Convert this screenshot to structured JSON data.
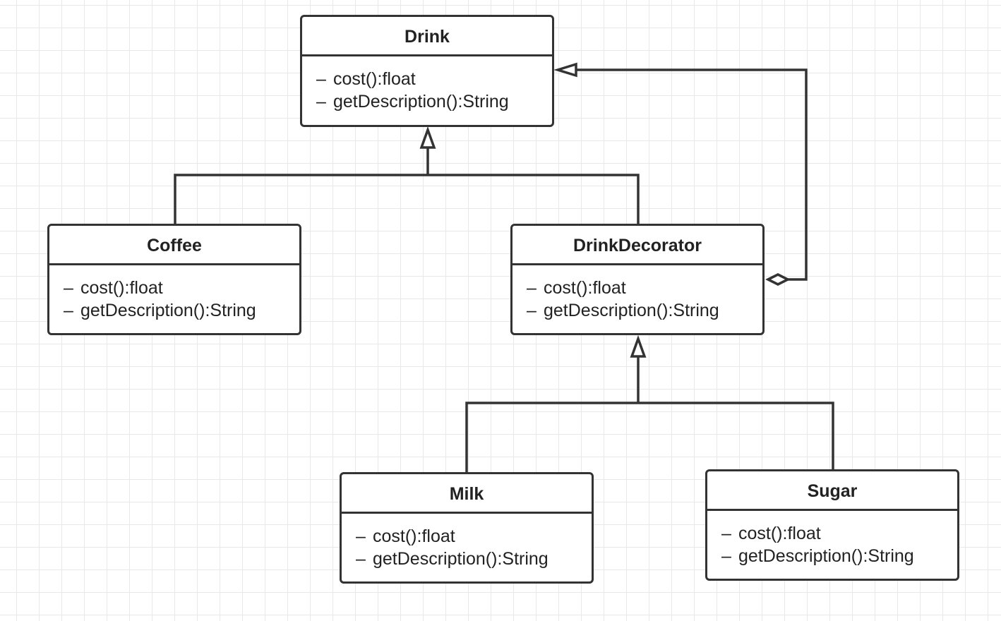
{
  "diagram": {
    "classes": [
      {
        "id": "drink",
        "name": "Drink",
        "methods": [
          {
            "visibility": "–",
            "signature": "cost():float"
          },
          {
            "visibility": "–",
            "signature": "getDescription():String"
          }
        ]
      },
      {
        "id": "coffee",
        "name": "Coffee",
        "methods": [
          {
            "visibility": "–",
            "signature": "cost():float"
          },
          {
            "visibility": "–",
            "signature": "getDescription():String"
          }
        ]
      },
      {
        "id": "drink-decorator",
        "name": "DrinkDecorator",
        "methods": [
          {
            "visibility": "–",
            "signature": "cost():float"
          },
          {
            "visibility": "–",
            "signature": "getDescription():String"
          }
        ]
      },
      {
        "id": "milk",
        "name": "Milk",
        "methods": [
          {
            "visibility": "–",
            "signature": "cost():float"
          },
          {
            "visibility": "–",
            "signature": "getDescription():String"
          }
        ]
      },
      {
        "id": "sugar",
        "name": "Sugar",
        "methods": [
          {
            "visibility": "–",
            "signature": "cost():float"
          },
          {
            "visibility": "–",
            "signature": "getDescription():String"
          }
        ]
      }
    ],
    "relations": [
      {
        "type": "generalization",
        "from": "coffee",
        "to": "drink"
      },
      {
        "type": "generalization",
        "from": "drink-decorator",
        "to": "drink"
      },
      {
        "type": "generalization",
        "from": "milk",
        "to": "drink-decorator"
      },
      {
        "type": "generalization",
        "from": "sugar",
        "to": "drink-decorator"
      },
      {
        "type": "aggregation",
        "from": "drink-decorator",
        "to": "drink"
      }
    ],
    "colors": {
      "stroke": "#333333",
      "grid": "#e8e8e8",
      "background": "#ffffff"
    }
  }
}
